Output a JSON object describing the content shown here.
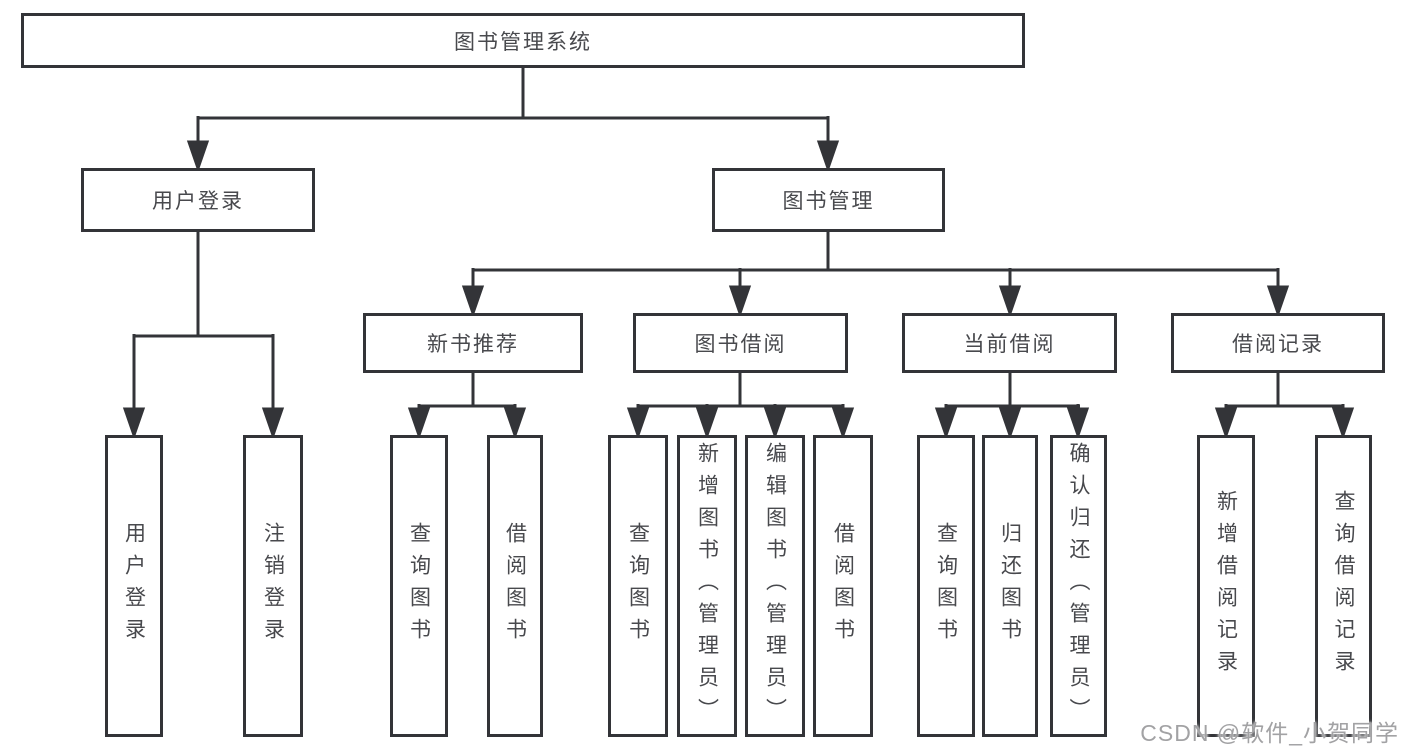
{
  "tree": {
    "label": "图书管理系统",
    "children": [
      {
        "label": "用户登录",
        "children": [
          {
            "label": "用户登录"
          },
          {
            "label": "注销登录"
          }
        ]
      },
      {
        "label": "图书管理",
        "children": [
          {
            "label": "新书推荐",
            "children": [
              {
                "label": "查询图书"
              },
              {
                "label": "借阅图书"
              }
            ]
          },
          {
            "label": "图书借阅",
            "children": [
              {
                "label": "查询图书"
              },
              {
                "label": "新增图书（管理员）"
              },
              {
                "label": "编辑图书（管理员）"
              },
              {
                "label": "借阅图书"
              }
            ]
          },
          {
            "label": "当前借阅",
            "children": [
              {
                "label": "查询图书"
              },
              {
                "label": "归还图书"
              },
              {
                "label": "确认归还（管理员）"
              }
            ]
          },
          {
            "label": "借阅记录",
            "children": [
              {
                "label": "新增借阅记录"
              },
              {
                "label": "查询借阅记录"
              }
            ]
          }
        ]
      }
    ]
  },
  "watermark": {
    "text": "CSDN @软件_小贺同学"
  },
  "colors": {
    "line": "#333438",
    "box_border": "#333438",
    "text": "#48494d",
    "watermark": "#a2a2a4",
    "background": "#ffffff"
  }
}
